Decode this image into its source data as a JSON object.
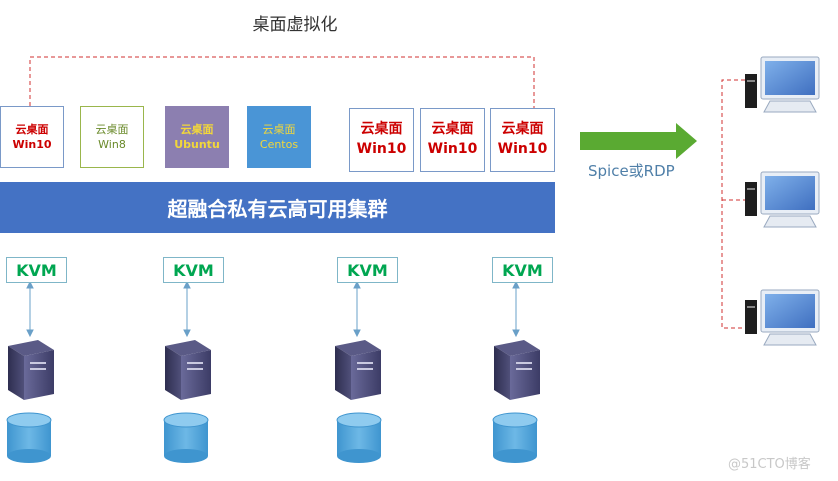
{
  "diagram": {
    "title": "桌面虚拟化",
    "cluster_label": "超融合私有云高可用集群",
    "protocol_label": "Spice或RDP",
    "watermark": "@51CTO博客",
    "vms": [
      {
        "line1": "云桌面",
        "line2": "Win10",
        "style": "red-outline"
      },
      {
        "line1": "云桌面",
        "line2": "Win8",
        "style": "green-outline"
      },
      {
        "line1": "云桌面",
        "line2": "Ubuntu",
        "style": "purple-fill"
      },
      {
        "line1": "云桌面",
        "line2": "Centos",
        "style": "blue-fill"
      },
      {
        "line1": "云桌面",
        "line2": "Win10",
        "style": "large"
      },
      {
        "line1": "云桌面",
        "line2": "Win10",
        "style": "large"
      },
      {
        "line1": "云桌面",
        "line2": "Win10",
        "style": "large"
      }
    ],
    "nodes": [
      {
        "hypervisor": "KVM"
      },
      {
        "hypervisor": "KVM"
      },
      {
        "hypervisor": "KVM"
      },
      {
        "hypervisor": "KVM"
      }
    ],
    "clients": 3,
    "colors": {
      "cluster_bar": "#4472c4",
      "kvm_text": "#00a651",
      "arrow": "#5aaa32",
      "dashed_line": "#d03030",
      "server": "#4a4a78",
      "disk": "#4fa3d8",
      "monitor_screen": "#5b8fd6",
      "vm_ubuntu_fill": "#8c7fb0",
      "vm_centos_fill": "#4a95d6"
    }
  }
}
